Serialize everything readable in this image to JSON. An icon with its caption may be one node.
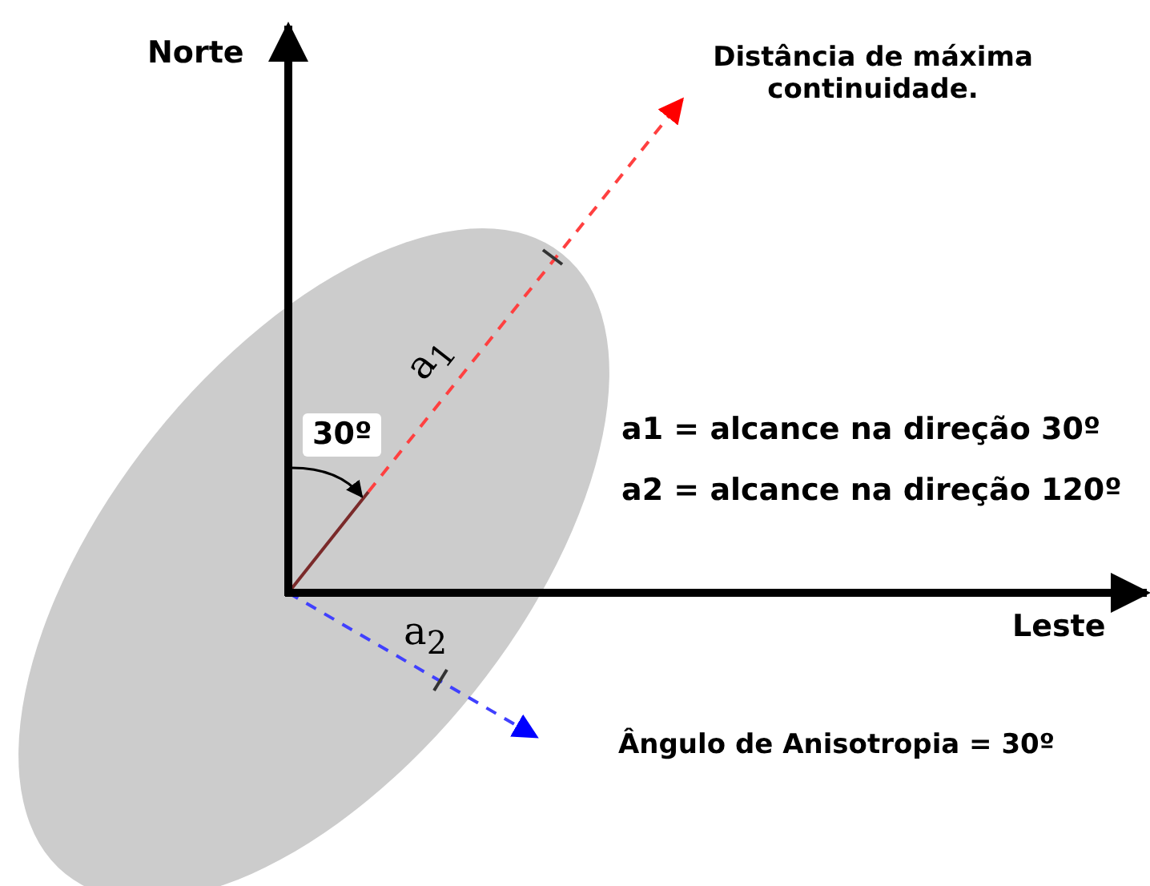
{
  "diagram": {
    "labels": [
      "Norte",
      "Distância de máxima continuidade.",
      "a$_{1}$",
      "30º",
      "a1 = alcance na direção 30º",
      "a2 = alcance na direção 120º",
      "Leste",
      "a$_{2}$",
      "Ângulo de Anisotropia = 30º"
    ]
  }
}
